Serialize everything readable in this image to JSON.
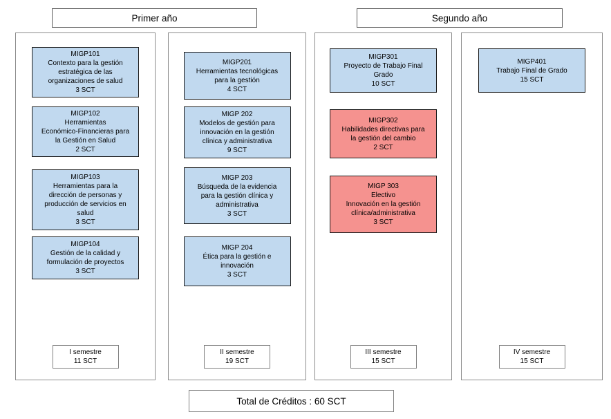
{
  "headers": {
    "first_year": "Primer año",
    "second_year": "Segundo año"
  },
  "columns": [
    {
      "semester": {
        "label": "I semestre",
        "credits": "11 SCT"
      },
      "courses": [
        {
          "code": "MIGP101",
          "name": "Contexto para la gestión\nestratégica de las\norganizaciones de salud",
          "credits": "3 SCT",
          "type": "core"
        },
        {
          "code": "MIGP102",
          "name": "Herramientas\nEconómico-Financieras para\nla Gestión en Salud",
          "credits": "2 SCT",
          "type": "core"
        },
        {
          "code": "MIGP103",
          "name": "Herramientas para la\ndirección de personas y\nproducción de servicios en\nsalud",
          "credits": "3 SCT",
          "type": "core"
        },
        {
          "code": "MIGP104",
          "name": "Gestión de la calidad y\nformulación de proyectos",
          "credits": "3 SCT",
          "type": "core"
        }
      ]
    },
    {
      "semester": {
        "label": "II semestre",
        "credits": "19 SCT"
      },
      "courses": [
        {
          "code": "MIGP201",
          "name": "Herramientas tecnológicas\npara la gestión",
          "credits": "4 SCT",
          "type": "core"
        },
        {
          "code": "MIGP 202",
          "name": "Modelos de gestión para\ninnovación en la gestión\nclínica y administrativa",
          "credits": "9 SCT",
          "type": "core"
        },
        {
          "code": "MIGP 203",
          "name": "Búsqueda de la evidencia\npara la gestión clínica y\nadministrativa",
          "credits": "3 SCT",
          "type": "core"
        },
        {
          "code": "MIGP 204",
          "name": "Ética para la gestión e\ninnovación",
          "credits": "3 SCT",
          "type": "core"
        }
      ]
    },
    {
      "semester": {
        "label": "III semestre",
        "credits": "15 SCT"
      },
      "courses": [
        {
          "code": "MIGP301",
          "name": "Proyecto de Trabajo Final\nGrado",
          "credits": "10 SCT",
          "type": "core"
        },
        {
          "code": "MIGP302",
          "name": "Habilidades directivas para\nla gestión del cambio",
          "credits": "2 SCT",
          "type": "elective"
        },
        {
          "code": "MIGP 303",
          "name": "Electivo\nInnovación en la gestión\nclínica/administrativa",
          "credits": "3 SCT",
          "type": "elective"
        }
      ]
    },
    {
      "semester": {
        "label": "IV semestre",
        "credits": "15 SCT"
      },
      "courses": [
        {
          "code": "MIGP401",
          "name": "Trabajo Final de Grado",
          "credits": "15 SCT",
          "type": "core"
        }
      ]
    }
  ],
  "total_label": "Total de Créditos : 60 SCT",
  "colors": {
    "course_core": "#C1D9EF",
    "course_elective": "#F5928F"
  }
}
